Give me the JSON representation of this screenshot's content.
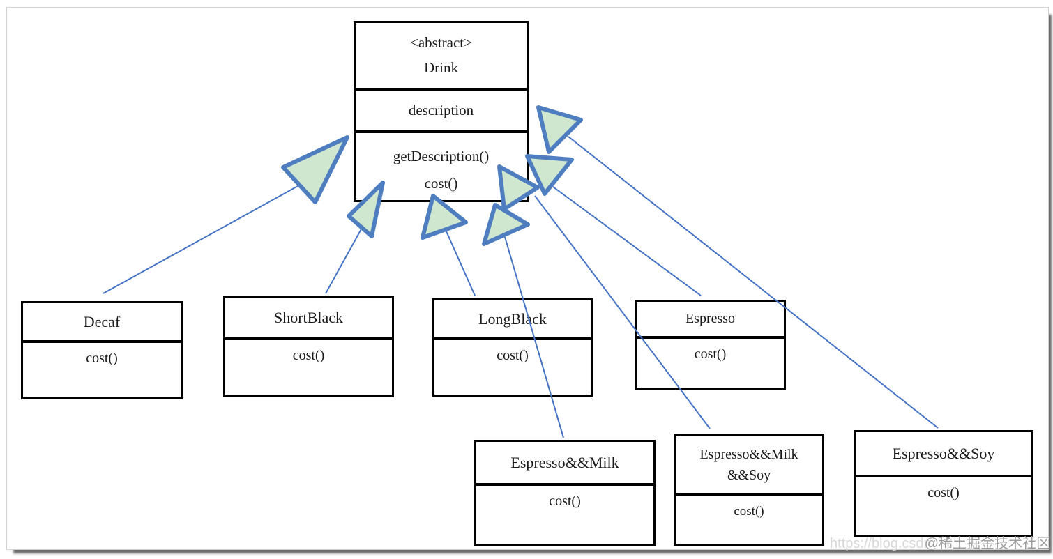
{
  "diagram": {
    "parent": {
      "stereotype": "<abstract>",
      "name": "Drink",
      "attributes": [
        "description"
      ],
      "methods": [
        "getDescription()",
        "cost()"
      ]
    },
    "subclasses": [
      {
        "name": "Decaf",
        "method": "cost()"
      },
      {
        "name": "ShortBlack",
        "method": "cost()"
      },
      {
        "name": "LongBlack",
        "method": "cost()"
      },
      {
        "name": "Espresso",
        "method": "cost()"
      },
      {
        "name": "Espresso&&Milk",
        "method": "cost()"
      },
      {
        "name": "Espresso&&Milk",
        "name_line2": "&&Soy",
        "method": "cost()"
      },
      {
        "name": "Espresso&&Soy",
        "method": "cost()"
      }
    ]
  },
  "watermark": {
    "url_text": "https://blog.csdn",
    "site_text": "@稀土掘金技术社区"
  },
  "colors": {
    "connector_line": "#4472C4",
    "arrowhead_fill": "#CFE7CE",
    "arrowhead_stroke": "#4E7EC0",
    "box_border": "#000000",
    "box_background": "#FFFFFF",
    "text": "#1A1A1A",
    "watermark_url": "#D8D8D8",
    "watermark_site": "#9C9C9C"
  }
}
